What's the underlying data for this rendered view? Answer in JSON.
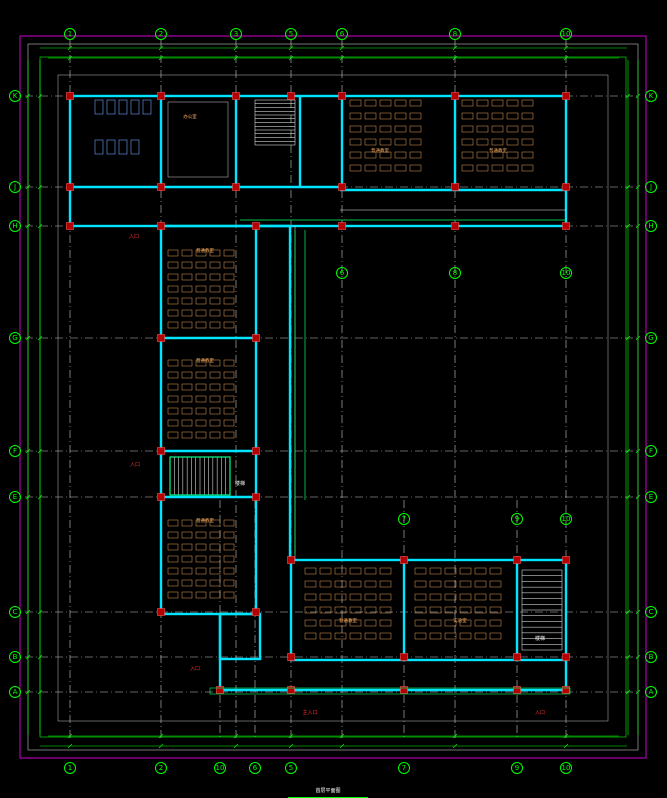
{
  "drawing": {
    "title": "首层平面图",
    "top_axes": [
      "1",
      "2",
      "3",
      "5",
      "6",
      "8",
      "10"
    ],
    "top_axes_inner": [
      "6",
      "8",
      "10"
    ],
    "bottom_axes": [
      "1",
      "2",
      "10",
      "6",
      "5",
      "7",
      "9",
      "10"
    ],
    "mid_axes": [
      "7",
      "9",
      "10"
    ],
    "left_axes": [
      "K",
      "J",
      "H",
      "G",
      "F",
      "E",
      "C",
      "B",
      "A"
    ],
    "right_axes": [
      "K",
      "J",
      "H",
      "G",
      "F",
      "E",
      "C",
      "B",
      "A"
    ],
    "rooms": {
      "classroom": "普通教室",
      "office": "办公室",
      "stair": "楼梯",
      "lab": "实验室"
    },
    "labels": {
      "entrance": "入口",
      "main_entrance": "主入口"
    },
    "colors": {
      "wall": "#00e5ff",
      "axis": "#00ff00",
      "column": "#b40000",
      "furniture": "#ffb060",
      "frame": "#ff00ff"
    }
  }
}
